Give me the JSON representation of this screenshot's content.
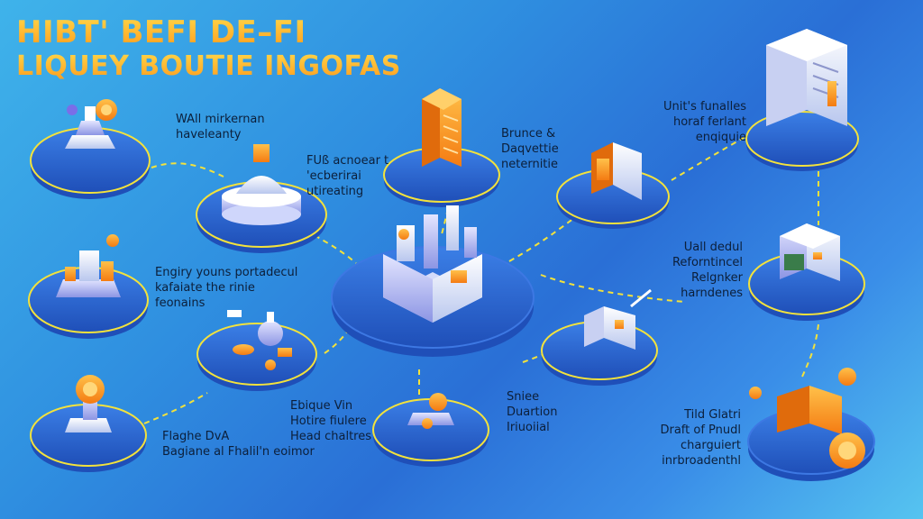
{
  "title": {
    "line1": "HIBT' BEFI DE–FI",
    "line2": "LIQUEY BOUTIE INGOFAS"
  },
  "colors": {
    "accent_orange": "#ff9a1c",
    "accent_yellow": "#ffd84a",
    "platform_blue": "#2f63d4",
    "ring_yellow": "#f3e23c"
  },
  "labels": {
    "top_left": [
      "WAll mirkernan",
      "haveleanty"
    ],
    "center_top": [
      "FUß acnoear t",
      "'ecberirai",
      "utireating"
    ],
    "top_middle": [
      "Brunce &",
      "Daqvettie",
      "neternitie"
    ],
    "top_right": [
      "Unit's funalles",
      "horaf ferlant",
      "enqiquie"
    ],
    "mid_left": [
      "Engiry youns portadecul",
      "kafaiate the rinie",
      "feonains"
    ],
    "right_mid": [
      "Uall dedul",
      "Reforntincel",
      "Relgnker",
      "harndenes"
    ],
    "bottom_center_left": [
      "Ebique Vin",
      "Hotire fiulere",
      "Head chaltres"
    ],
    "bottom_center": [
      "Sniee",
      "Duartion",
      "Iriuoiial"
    ],
    "bottom_left": [
      "Flaghe DvA",
      "Bagiane al Fhalil'n eoimor"
    ],
    "bottom_right": [
      "Tild Glatri",
      "Draft of Pnudl",
      "charguiert",
      "inrbroadenthl"
    ]
  },
  "icons": [
    "coin-tower-icon",
    "dome-building-icon",
    "orange-server-icon",
    "document-stack-icon",
    "mini-city-icon",
    "central-city-icon",
    "warehouse-box-icon",
    "shop-building-icon",
    "lab-flask-icon",
    "coin-sign-icon",
    "cash-register-icon",
    "treasure-coins-icon"
  ]
}
